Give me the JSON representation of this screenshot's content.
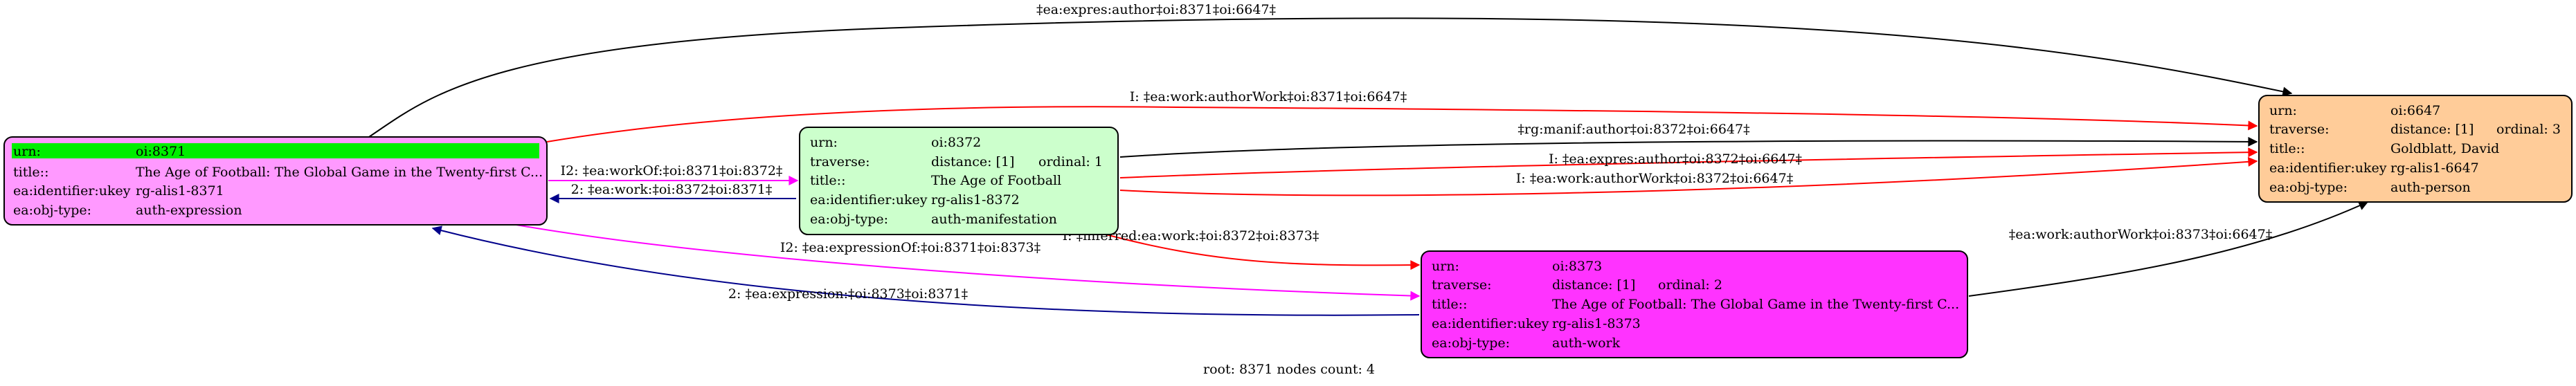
{
  "diagram": {
    "footer": "root: 8371 nodes count: 4",
    "colors": {
      "black_edge": "#000000",
      "red_edge": "#ff0000",
      "blue_edge": "#00008b",
      "magenta_edge": "#ff00ff",
      "highlight_green": "#00ee00"
    },
    "nodes": {
      "n8371": {
        "fill": "#ff99ff",
        "rows": [
          {
            "k": "urn:",
            "v": "oi:8371"
          },
          {
            "k": "title::",
            "v": "The Age of Football: The Global Game in the Twenty-first C..."
          },
          {
            "k": "ea:identifier:ukey",
            "v": "rg-alis1-8371"
          },
          {
            "k": "ea:obj-type:",
            "v": "auth-expression"
          }
        ]
      },
      "n8372": {
        "fill": "#ccffcc",
        "rows": [
          {
            "k": "urn:",
            "v": "oi:8372"
          },
          {
            "k": "traverse:",
            "v": "distance: [1]",
            "v2": "ordinal: 1"
          },
          {
            "k": "title::",
            "v": "The Age of Football"
          },
          {
            "k": "ea:identifier:ukey",
            "v": "rg-alis1-8372"
          },
          {
            "k": "ea:obj-type:",
            "v": "auth-manifestation"
          }
        ]
      },
      "n8373": {
        "fill": "#ff33ff",
        "rows": [
          {
            "k": "urn:",
            "v": "oi:8373"
          },
          {
            "k": "traverse:",
            "v": "distance: [1]",
            "v2": "ordinal: 2"
          },
          {
            "k": "title::",
            "v": "The Age of Football: The Global Game in the Twenty-first C..."
          },
          {
            "k": "ea:identifier:ukey",
            "v": "rg-alis1-8373"
          },
          {
            "k": "ea:obj-type:",
            "v": "auth-work"
          }
        ]
      },
      "n6647": {
        "fill": "#ffcc99",
        "rows": [
          {
            "k": "urn:",
            "v": "oi:6647"
          },
          {
            "k": "traverse:",
            "v": "distance: [1]",
            "v2": "ordinal: 3"
          },
          {
            "k": "title::",
            "v": "Goldblatt, David"
          },
          {
            "k": "ea:identifier:ukey",
            "v": "rg-alis1-6647"
          },
          {
            "k": "ea:obj-type:",
            "v": "auth-person"
          }
        ]
      }
    },
    "edges": [
      {
        "id": "e1",
        "label": "‡ea:expres:author‡oi:8371‡oi:6647‡",
        "color": "black"
      },
      {
        "id": "e2",
        "label": "I: ‡ea:work:authorWork‡oi:8371‡oi:6647‡",
        "color": "red"
      },
      {
        "id": "e3",
        "label": "I2: ‡ea:workOf:‡oi:8371‡oi:8372‡",
        "color": "magenta"
      },
      {
        "id": "e4",
        "label": "2: ‡ea:work:‡oi:8372‡oi:8371‡",
        "color": "blue"
      },
      {
        "id": "e5",
        "label": "‡rg:manif:author‡oi:8372‡oi:6647‡",
        "color": "black"
      },
      {
        "id": "e6",
        "label": "I: ‡ea:expres:author‡oi:8372‡oi:6647‡",
        "color": "red"
      },
      {
        "id": "e7",
        "label": "I: ‡ea:work:authorWork‡oi:8372‡oi:6647‡",
        "color": "red"
      },
      {
        "id": "e8",
        "label": "I: ‡inferred:ea:work:‡oi:8372‡oi:8373‡",
        "color": "red"
      },
      {
        "id": "e9",
        "label": "I2: ‡ea:expressionOf:‡oi:8371‡oi:8373‡",
        "color": "magenta"
      },
      {
        "id": "e10",
        "label": "2: ‡ea:expression:‡oi:8373‡oi:8371‡",
        "color": "blue"
      },
      {
        "id": "e11",
        "label": "‡ea:work:authorWork‡oi:8373‡oi:6647‡",
        "color": "black"
      }
    ]
  }
}
